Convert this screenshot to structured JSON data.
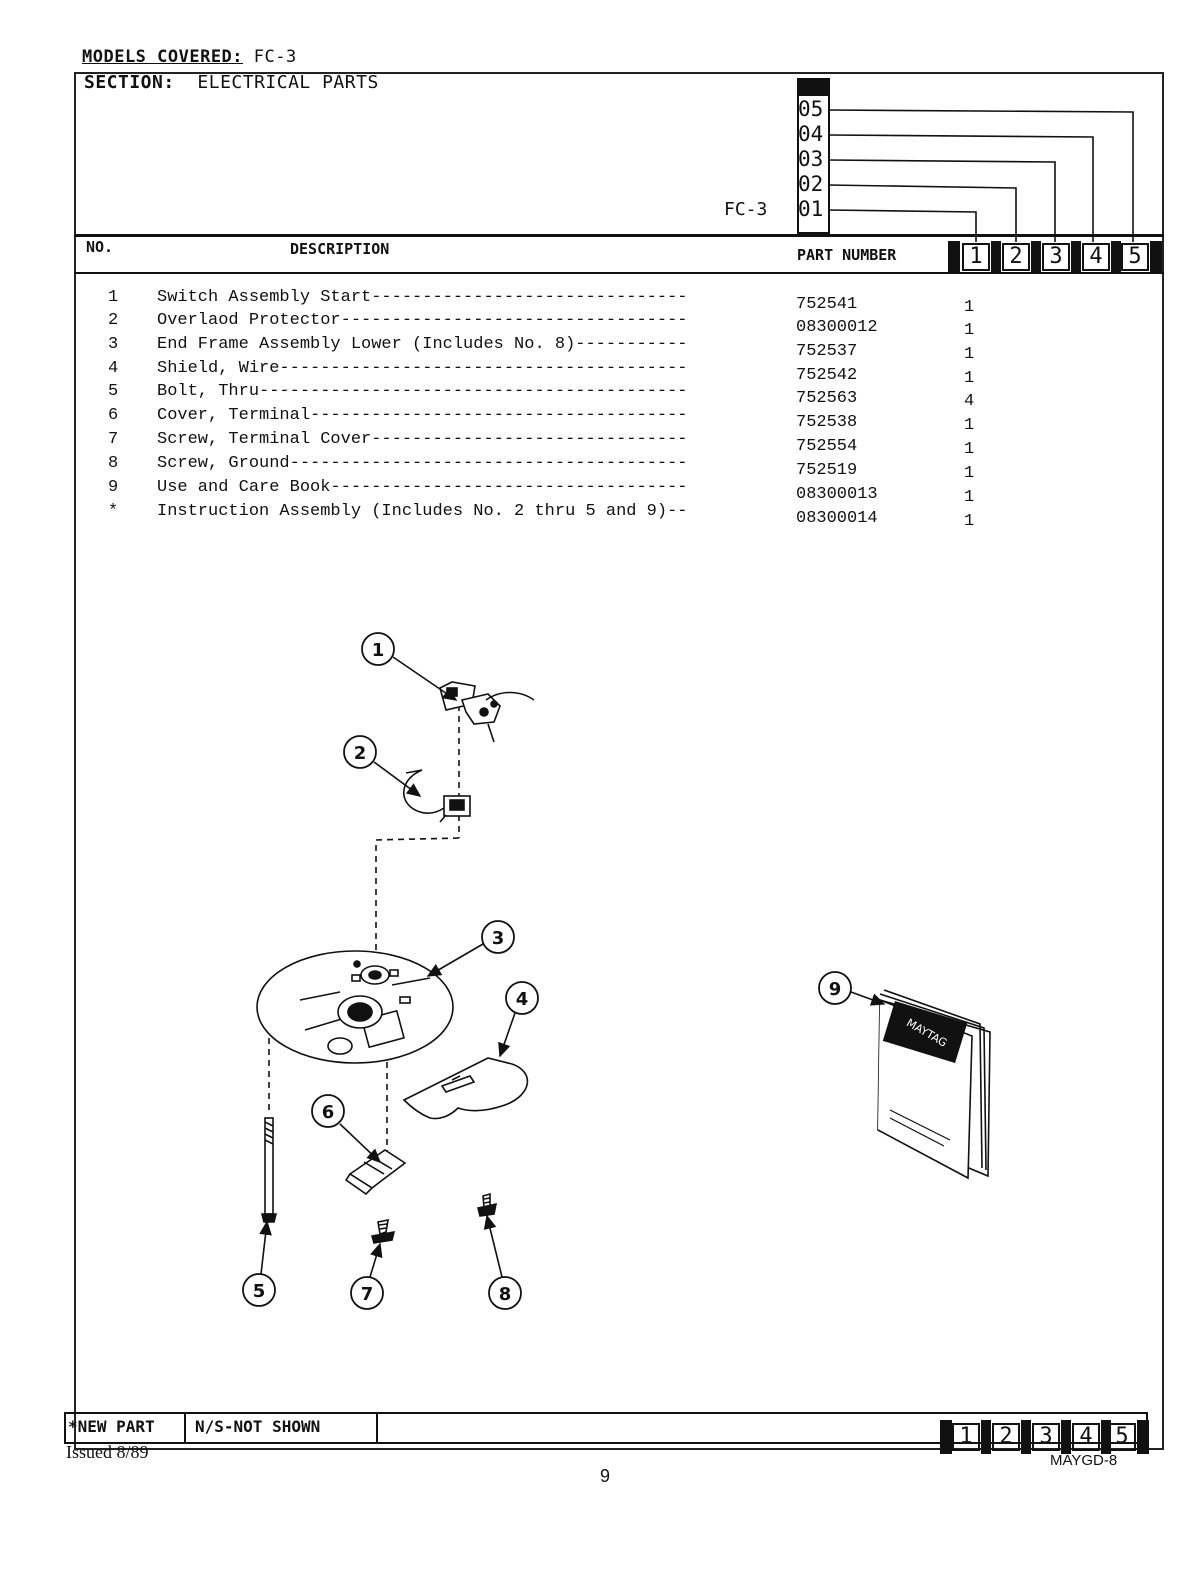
{
  "header": {
    "models_label": "MODELS COVERED:",
    "models_value": "FC-3",
    "section_label": "SECTION:",
    "section_value": "ELECTRICAL PARTS",
    "model_code": "FC-3",
    "codes": [
      "05",
      "04",
      "03",
      "02",
      "01"
    ]
  },
  "columns": {
    "no": "NO.",
    "description": "DESCRIPTION",
    "part_number": "PART NUMBER",
    "model_cols": [
      "1",
      "2",
      "3",
      "4",
      "5"
    ]
  },
  "parts": [
    {
      "no": "1",
      "description": "Switch Assembly Start-------------------------------",
      "part_number": "752541",
      "qty": "1"
    },
    {
      "no": "2",
      "description": "Overlaod Protector----------------------------------",
      "part_number": "08300012",
      "qty": "1"
    },
    {
      "no": "3",
      "description": "End Frame Assembly Lower (Includes No. 8)-----------",
      "part_number": "752537",
      "qty": "1"
    },
    {
      "no": "4",
      "description": "Shield, Wire----------------------------------------",
      "part_number": "752542",
      "qty": "1"
    },
    {
      "no": "5",
      "description": "Bolt, Thru------------------------------------------",
      "part_number": "752563",
      "qty": "4"
    },
    {
      "no": "6",
      "description": "Cover, Terminal-------------------------------------",
      "part_number": "752538",
      "qty": "1"
    },
    {
      "no": "7",
      "description": "Screw, Terminal Cover-------------------------------",
      "part_number": "752554",
      "qty": "1"
    },
    {
      "no": "8",
      "description": "Screw, Ground---------------------------------------",
      "part_number": "752519",
      "qty": "1"
    },
    {
      "no": "9",
      "description": "Use and Care Book-----------------------------------",
      "part_number": "08300013",
      "qty": "1"
    },
    {
      "no": "*",
      "description": "Instruction Assembly (Includes No. 2 thru 5 and 9)--",
      "part_number": "08300014",
      "qty": "1"
    }
  ],
  "diagram": {
    "callouts": [
      "1",
      "2",
      "3",
      "4",
      "5",
      "6",
      "7",
      "8",
      "9"
    ],
    "booklet_text": "MAYTAG"
  },
  "footer": {
    "new_part": "*NEW PART",
    "not_shown": "N/S-NOT SHOWN",
    "model_cols": [
      "1",
      "2",
      "3",
      "4",
      "5"
    ],
    "issued": "Issued 8/89",
    "page_number": "9",
    "doc_id": "MAYGD-8"
  }
}
